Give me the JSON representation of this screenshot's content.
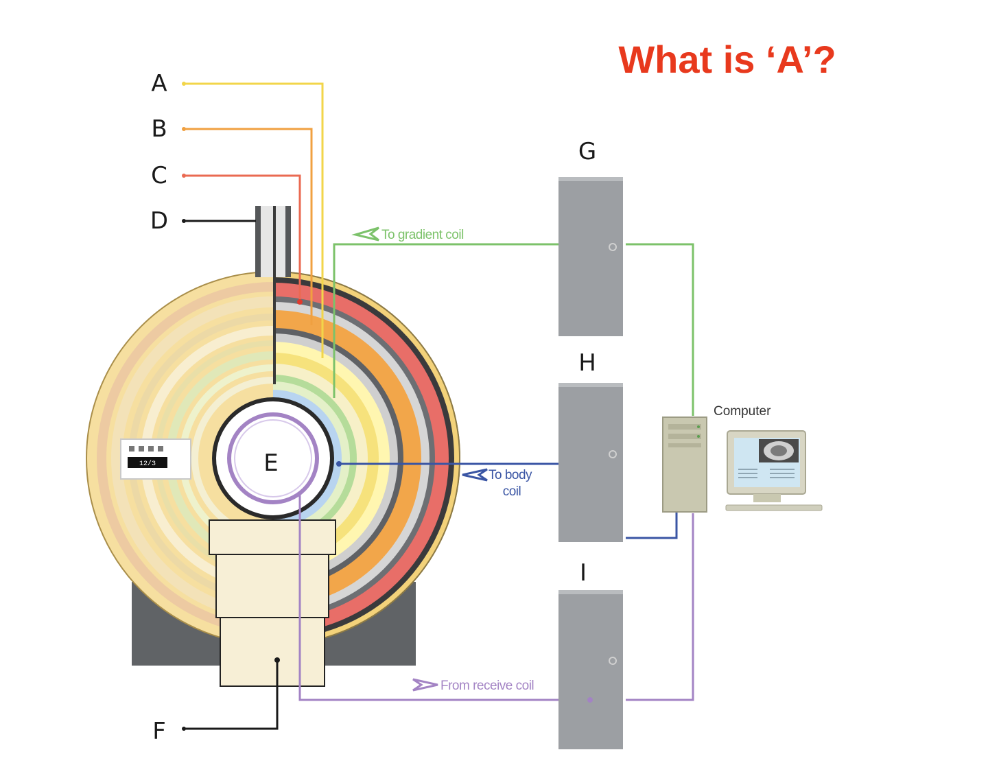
{
  "question": "What is ‘A’?",
  "labels": {
    "A": "A",
    "B": "B",
    "C": "C",
    "D": "D",
    "E": "E",
    "F": "F",
    "G": "G",
    "H": "H",
    "I": "I"
  },
  "annotations": {
    "gradient": "To gradient coil",
    "body": "To body",
    "body2": "coil",
    "receive": "From receive coil",
    "computer": "Computer"
  },
  "panel_display": "12/3",
  "colors": {
    "question": "#e8391d",
    "line_A": "#f2d54a",
    "line_B": "#f0a040",
    "line_C": "#ea6a52",
    "line_gradient": "#7cc26a",
    "line_body": "#3a55a4",
    "line_receive": "#a383c4",
    "magnet_yellow": "#f5d98a",
    "cabinet": "#9c9fa3"
  }
}
